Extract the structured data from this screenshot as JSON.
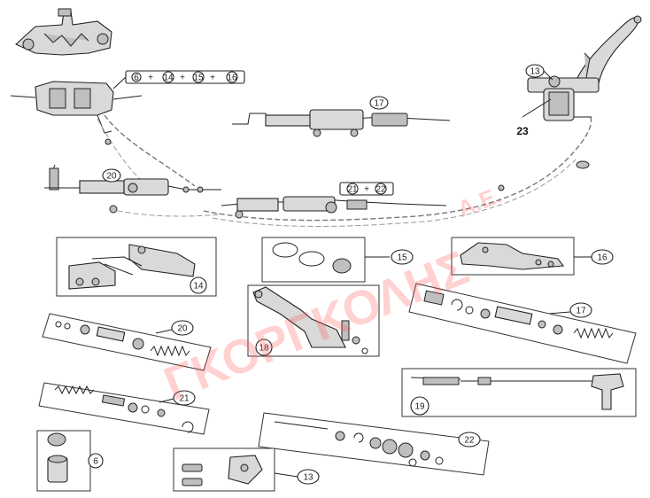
{
  "callouts": {
    "c13_top": "13",
    "c23": "23",
    "c17_top": "17",
    "c20_top": "20",
    "c14": "14",
    "c15": "15",
    "c16": "16",
    "c17": "17",
    "c20": "20",
    "c18": "18",
    "c21": "21",
    "c19": "19",
    "c22": "22",
    "c6": "6",
    "c13": "13"
  },
  "group_top": [
    "6",
    "+",
    "14",
    "+",
    "15",
    "+",
    "16"
  ],
  "group_mid": [
    "21",
    "+",
    "22"
  ],
  "watermark": {
    "main": "ΓΚΟΡΓΚΟΛΗΣ",
    "suffix": "Α.Ε.",
    "color": "#ff5a5a"
  },
  "icons": [
    "brake-caliper-icon",
    "master-cylinder-icon",
    "brake-lever-icon",
    "brake-hose-icon",
    "brake-pads-icon",
    "seal-kit-icon",
    "bracket-icon",
    "piston-kit-icon",
    "pedal-icon",
    "cable-icon",
    "bleed-nipple-icon",
    "screw-set-icon"
  ]
}
